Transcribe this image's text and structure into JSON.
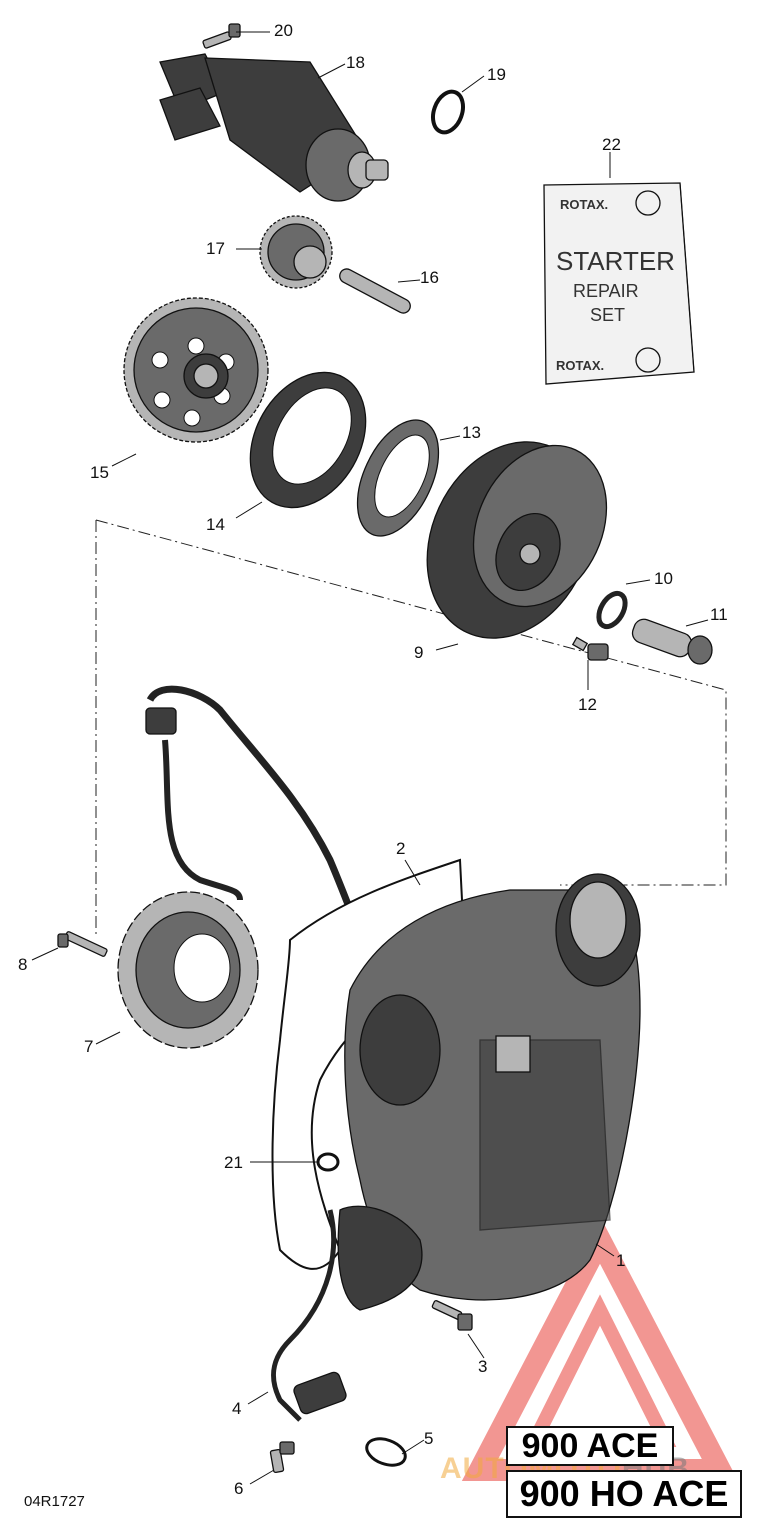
{
  "diagram": {
    "reference_code": "04R1727",
    "callouts": [
      "1",
      "2",
      "3",
      "4",
      "5",
      "6",
      "7",
      "8",
      "9",
      "10",
      "11",
      "12",
      "13",
      "14",
      "15",
      "16",
      "17",
      "18",
      "19",
      "20",
      "21",
      "22"
    ],
    "kit": {
      "brand_top": "ROTAX.",
      "line1": "STARTER",
      "line2": "REPAIR",
      "line3": "SET",
      "brand_bottom": "ROTAX."
    },
    "models": [
      "900 ACE",
      "900 HO ACE"
    ],
    "watermark": {
      "part1": "AUTOMOTO",
      "part2": "HUB",
      "logo_color": "#e8413a"
    }
  }
}
